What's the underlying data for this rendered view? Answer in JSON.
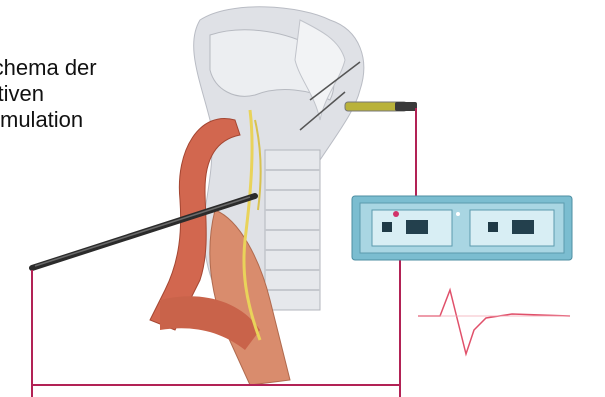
{
  "caption": {
    "lines": [
      "Schema der",
      "rativen",
      "stimulation"
    ]
  },
  "colors": {
    "wire": "#b22255",
    "artery": "#c8553d",
    "tissue": "#d9dde3",
    "device": "#6fb3c8",
    "signal": "#e0506a"
  },
  "icons": [
    "anatomy-illustration",
    "stimulation-probe",
    "recording-electrode",
    "monitoring-device",
    "emg-signal-waveform"
  ]
}
